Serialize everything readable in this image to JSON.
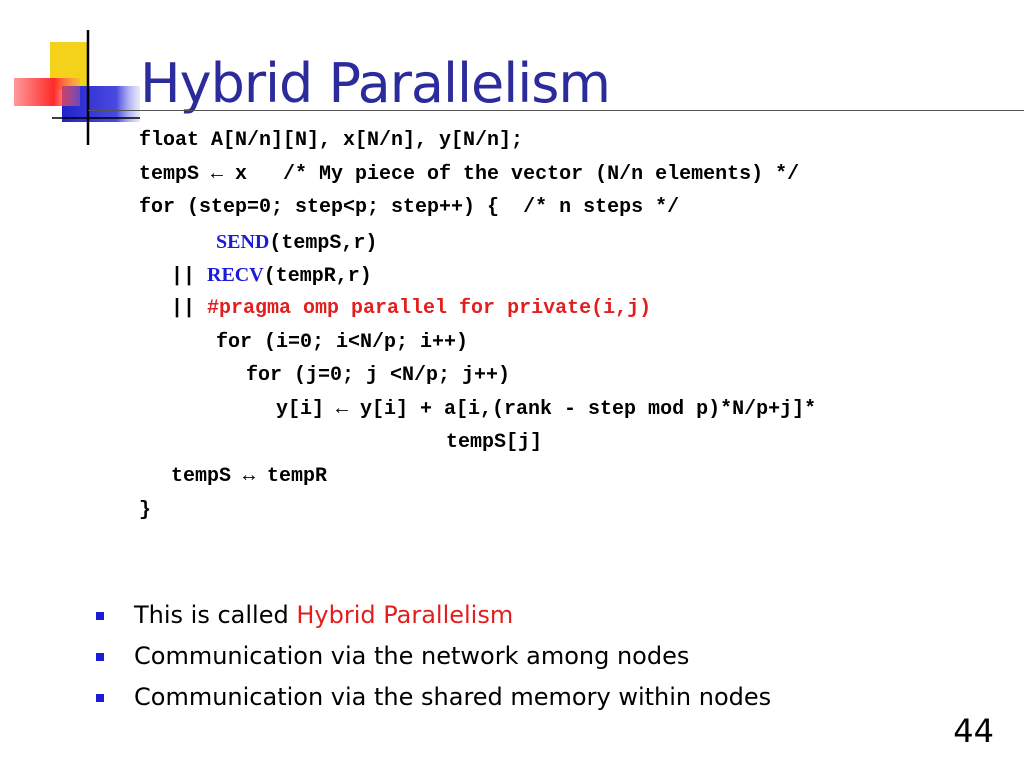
{
  "slide": {
    "title": "Hybrid Parallelism",
    "page_number": "44"
  },
  "code": {
    "line1": "float A[N/n][N], x[N/n], y[N/n];",
    "line2": "tempS ← x   /* My piece of the vector (N/n elements) */",
    "line3": "for (step=0; step<p; step++) {  /* n steps */",
    "line4_kw": "SEND",
    "line4_rest": "(tempS,r)",
    "line5_prefix": "|| ",
    "line5_kw": "RECV",
    "line5_rest": "(tempR,r)",
    "line6_prefix": "|| ",
    "line6_kw": "#pragma omp parallel for private(i,j)",
    "line7": "for (i=0; i<N/p; i++)",
    "line8": "for (j=0; j <N/p; j++)",
    "line9": "y[i] ← y[i] + a[i,(rank - step mod p)*N/p+j]*",
    "line10": "tempS[j]",
    "line11": "tempS ↔ tempR",
    "line12": "}"
  },
  "bullets": {
    "b1_prefix": "This is called ",
    "b1_highlight": "Hybrid Parallelism",
    "b2": "Communication via the network among nodes",
    "b3": "Communication via the shared memory within nodes"
  },
  "colors": {
    "title": "#2b2b9b",
    "keyword_blue": "#1c1cd6",
    "keyword_red": "#e11f1f",
    "logo_yellow": "#f5d21a",
    "logo_red": "#ff3b3b",
    "logo_blue": "#2a2ad4"
  }
}
